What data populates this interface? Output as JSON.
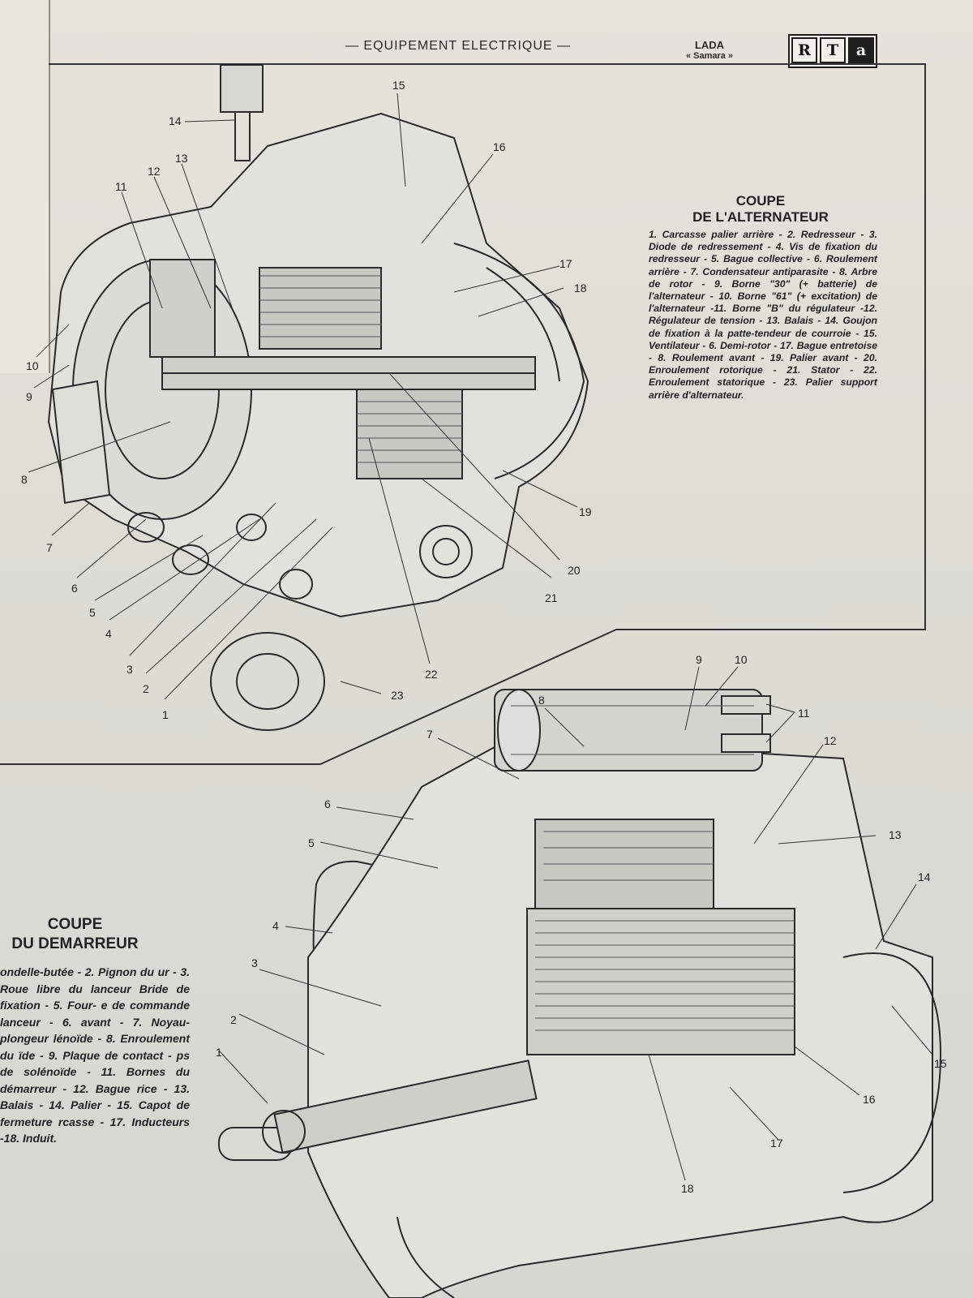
{
  "header": {
    "section_title": "— EQUIPEMENT ELECTRIQUE —",
    "brand_line1": "LADA",
    "brand_line2": "« Samara »",
    "logo_letters": [
      "R",
      "T",
      "a"
    ]
  },
  "alternator": {
    "title_line1": "COUPE",
    "title_line2": "DE L'ALTERNATEUR",
    "legend": "1. Carcasse palier arrière - 2. Redresseur - 3. Diode de redressement - 4. Vis de fixation du redresseur - 5. Bague collective - 6. Roulement arrière - 7. Condensateur antiparasite - 8. Arbre de rotor - 9. Borne \"30\" (+ batterie) de l'alternateur - 10. Borne \"61\" (+ excitation) de l'alternateur -11. Borne \"B\" du régulateur -12. Régulateur de tension - 13. Balais - 14. Goujon de fixation à la patte-tendeur de courroie - 15. Ventilateur - 6. Demi-rotor - 17. Bague entretoise - 8. Roulement avant - 19. Palier avant - 20. Enroulement rotorique - 21. Stator - 22. Enroulement statorique - 23. Palier support arrière d'alternateur.",
    "callouts": [
      "14",
      "15",
      "16",
      "13",
      "12",
      "11",
      "17",
      "18",
      "10",
      "9",
      "8",
      "7",
      "6",
      "5",
      "4",
      "3",
      "2",
      "1",
      "22",
      "21",
      "20",
      "19",
      "23"
    ]
  },
  "starter": {
    "title_line1": "COUPE",
    "title_line2": "DU DEMARREUR",
    "legend": "ondelle-butée - 2. Pignon du ur - 3. Roue libre du lanceur Bride de fixation - 5. Four- e de commande lanceur - 6. avant - 7. Noyau-plongeur lénoïde - 8. Enroulement du ïde - 9. Plaque de contact - ps de solénoïde - 11. Bornes du démarreur - 12. Bague rice - 13. Balais - 14. Palier - 15. Capot de fermeture rcasse - 17. Inducteurs -18. Induit.",
    "callouts": [
      "9",
      "10",
      "8",
      "11",
      "7",
      "12",
      "6",
      "13",
      "5",
      "14",
      "4",
      "3",
      "2",
      "15",
      "1",
      "16",
      "17",
      "18"
    ]
  }
}
